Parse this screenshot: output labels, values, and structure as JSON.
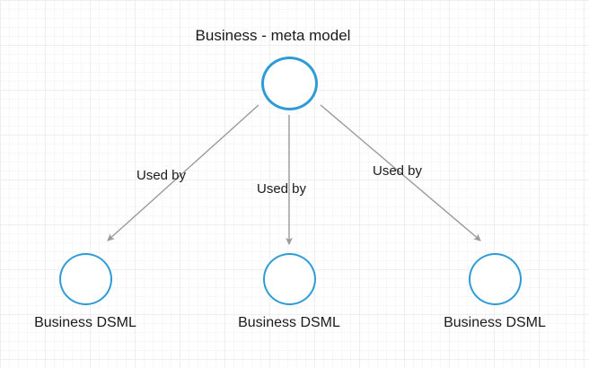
{
  "diagram": {
    "title": "Business - meta model",
    "background": "graph-paper-grid",
    "colors": {
      "node_stroke": "#2e9bd6",
      "node_fill": "#ffffff",
      "edge_stroke": "#9a9a9a",
      "text": "#1a1a1a",
      "grid_minor": "#f6f7f8",
      "grid_major": "#eceef0"
    },
    "root_node": {
      "id": "business-meta-model",
      "shape": "circle",
      "label": ""
    },
    "edges": [
      {
        "id": "edge-left",
        "label": "Used by",
        "from": "business-meta-model",
        "to": "business-dsml-1",
        "arrow": "filled-triangle"
      },
      {
        "id": "edge-middle",
        "label": "Used by",
        "from": "business-meta-model",
        "to": "business-dsml-2",
        "arrow": "filled-triangle"
      },
      {
        "id": "edge-right",
        "label": "Used by",
        "from": "business-meta-model",
        "to": "business-dsml-3",
        "arrow": "filled-triangle"
      }
    ],
    "leaf_nodes": [
      {
        "id": "business-dsml-1",
        "shape": "circle",
        "label": "Business DSML"
      },
      {
        "id": "business-dsml-2",
        "shape": "circle",
        "label": "Business DSML"
      },
      {
        "id": "business-dsml-3",
        "shape": "circle",
        "label": "Business DSML"
      }
    ]
  }
}
